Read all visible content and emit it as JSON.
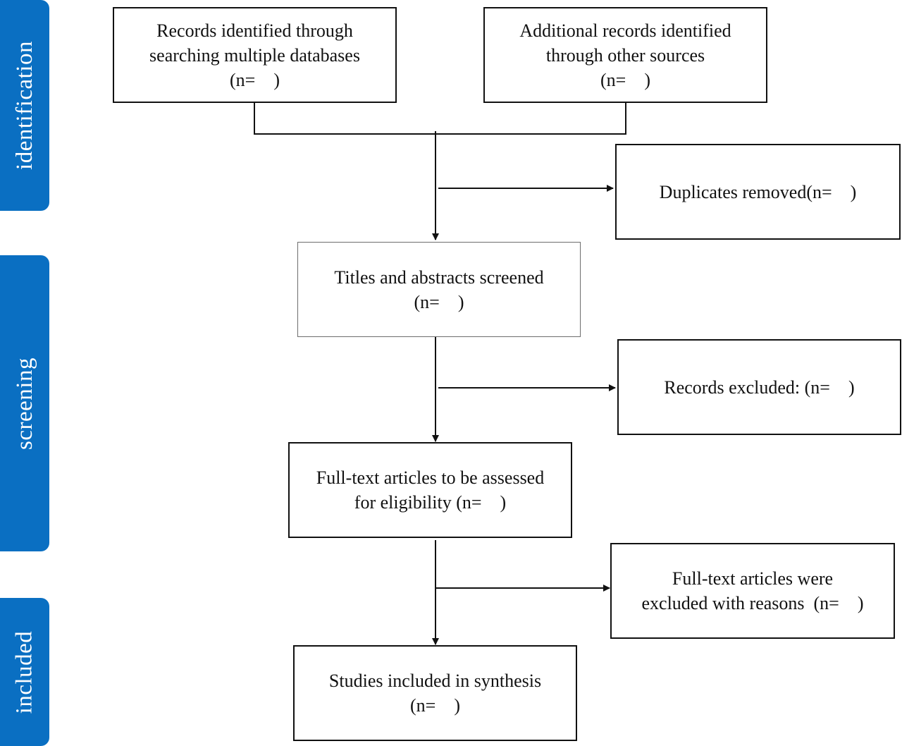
{
  "phases": {
    "identification": "identification",
    "screening": "screening",
    "included": "included"
  },
  "boxes": {
    "records_identified": {
      "line1": "Records identified through",
      "line2": "searching multiple databases",
      "line3": "(n=    )"
    },
    "additional_records": {
      "line1": "Additional records identified",
      "line2": "through other sources",
      "line3": "(n=    )"
    },
    "duplicates_removed": {
      "line1": "Duplicates removed(n=    )"
    },
    "titles_screened": {
      "line1": "Titles and abstracts screened",
      "line2": "(n=    )"
    },
    "records_excluded": {
      "line1": "Records excluded: (n=    )"
    },
    "full_text_assessed": {
      "line1": "Full-text articles to be assessed",
      "line2": "for eligibility (n=    )"
    },
    "full_text_excluded": {
      "line1": "Full-text articles were",
      "line2": "excluded with reasons  (n=    )"
    },
    "studies_included": {
      "line1": "Studies included in synthesis",
      "line2": "(n=    )"
    }
  },
  "colors": {
    "phase_bar": "#0a6fc2",
    "phase_text": "#ffffff",
    "line": "#111111"
  }
}
